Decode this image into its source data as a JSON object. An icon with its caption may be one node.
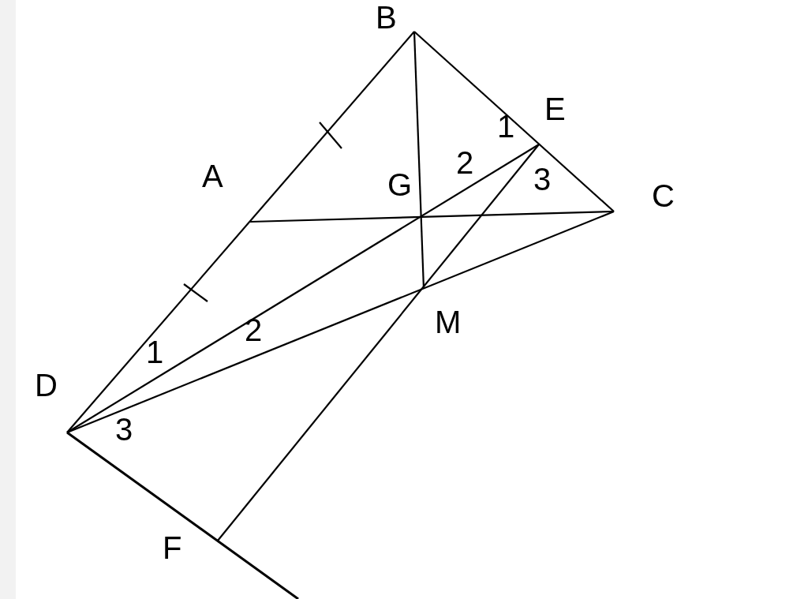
{
  "diagram": {
    "labels": [
      "B",
      "E",
      "1",
      "A",
      "G",
      "2",
      "3",
      "C",
      "2",
      "M",
      "1",
      "D",
      "3",
      "F"
    ]
  }
}
